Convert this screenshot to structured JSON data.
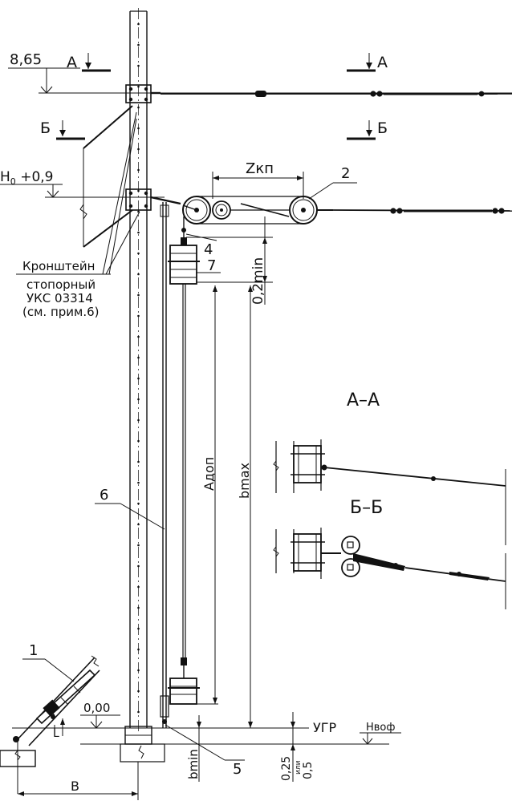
{
  "labels": {
    "level_top": "8,65",
    "level_mid": "H",
    "level_mid_sub": "0",
    "level_mid_suffix": " +0,9",
    "level_ground": "0,00",
    "section_a_left": "А",
    "section_a_right": "А",
    "section_b_left": "Б",
    "section_b_right": "Б",
    "zkp": "Zкп",
    "num1": "1",
    "num2": "2",
    "num4": "4",
    "num5": "5",
    "num6": "6",
    "num7": "7",
    "bracket_line1": "Кронштейн",
    "bracket_line2": "стопорный",
    "bracket_line3": "УКС 03314",
    "bracket_line4": "(см. прим.6)",
    "dim_02min": "0,2min",
    "dim_adop": "Aдоп",
    "dim_bmax": "bmax",
    "dim_bmin": "bmin",
    "dim_025": "0,25",
    "dim_ili": "или",
    "dim_05": "0,5",
    "dim_L": "L",
    "dim_B": "B",
    "ugr": "УГР",
    "hvof": "Нвоф",
    "view_aa": "А–А",
    "view_bb": "Б–Б"
  }
}
